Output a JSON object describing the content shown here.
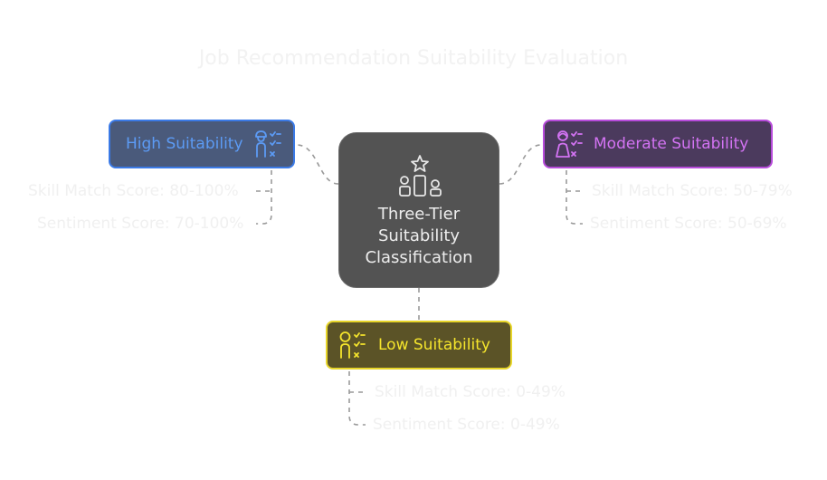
{
  "title": "Job Recommendation Suitability Evaluation",
  "center": {
    "label": "Three-Tier\nSuitability\nClassification",
    "icon": "podium-star-icon"
  },
  "tiers": {
    "high": {
      "label": "High Suitability",
      "icon": "person-checklist-icon",
      "color": "#3b7ae6",
      "details": [
        "Skill Match Score: 80-100%",
        "Sentiment Score: 70-100%"
      ]
    },
    "moderate": {
      "label": "Moderate Suitability",
      "icon": "person-checklist-icon",
      "color": "#b84cdb",
      "details": [
        "Skill Match Score: 50-79%",
        "Sentiment Score: 50-69%"
      ]
    },
    "low": {
      "label": "Low Suitability",
      "icon": "person-checklist-icon",
      "color": "#e8d62a",
      "details": [
        "Skill Match Score: 0-49%",
        "Sentiment Score: 0-49%"
      ]
    }
  }
}
